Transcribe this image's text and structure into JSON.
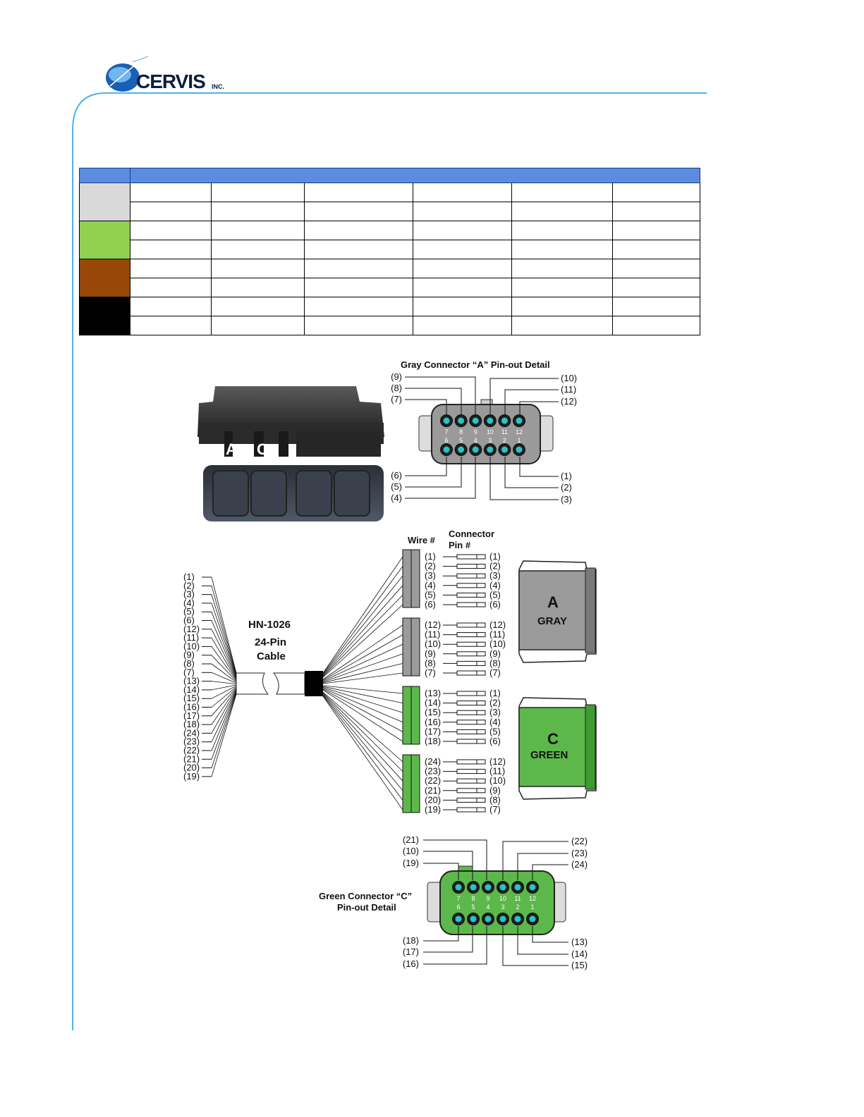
{
  "brand": {
    "name": "CERVIS",
    "suffix": "INC."
  },
  "colors": {
    "accent_line": "#4fb3e8",
    "table_header": "#5a8de0",
    "gray": "#d9d9d9",
    "green": "#92d050",
    "brown": "#974706",
    "black": "#000000"
  },
  "table": {
    "color_swatches": [
      "gray",
      "green",
      "brown",
      "black"
    ]
  },
  "photo": {
    "label_a": "A",
    "label_c": "C"
  },
  "gray_detail": {
    "title": "Gray Connector “A” Pin-out Detail",
    "top_left_callouts": [
      "(9)",
      "(8)",
      "(7)"
    ],
    "top_right_callouts": [
      "(10)",
      "(11)",
      "(12)"
    ],
    "bottom_left_callouts": [
      "(6)",
      "(5)",
      "(4)"
    ],
    "bottom_right_callouts": [
      "(1)",
      "(2)",
      "(3)"
    ],
    "top_row_numbers": [
      "7",
      "8",
      "9",
      "10",
      "11",
      "12"
    ],
    "bottom_row_numbers": [
      "6",
      "5",
      "4",
      "3",
      "2",
      "1"
    ]
  },
  "cable": {
    "name": "HN-1026",
    "line2": "24-Pin",
    "line3": "Cable",
    "left_wires": [
      "(1)",
      "(2)",
      "(3)",
      "(4)",
      "(5)",
      "(6)",
      "(12)",
      "(11)",
      "(10)",
      "(9)",
      "(8)",
      "(7)",
      "(13)",
      "(14)",
      "(15)",
      "(16)",
      "(17)",
      "(18)",
      "(24)",
      "(23)",
      "(22)",
      "(21)",
      "(20)",
      "(19)"
    ],
    "wire_header": "Wire #",
    "pin_header_1": "Connector",
    "pin_header_2": "Pin #",
    "groups": [
      {
        "color": "gray",
        "wires": [
          "(1)",
          "(2)",
          "(3)",
          "(4)",
          "(5)",
          "(6)"
        ],
        "pins": [
          "(1)",
          "(2)",
          "(3)",
          "(4)",
          "(5)",
          "(6)"
        ]
      },
      {
        "color": "gray",
        "wires": [
          "(12)",
          "(11)",
          "(10)",
          "(9)",
          "(8)",
          "(7)"
        ],
        "pins": [
          "(12)",
          "(11)",
          "(10)",
          "(9)",
          "(8)",
          "(7)"
        ]
      },
      {
        "color": "green",
        "wires": [
          "(13)",
          "(14)",
          "(15)",
          "(16)",
          "(17)",
          "(18)"
        ],
        "pins": [
          "(1)",
          "(2)",
          "(3)",
          "(4)",
          "(5)",
          "(6)"
        ]
      },
      {
        "color": "green",
        "wires": [
          "(24)",
          "(23)",
          "(22)",
          "(21)",
          "(20)",
          "(19)"
        ],
        "pins": [
          "(12)",
          "(11)",
          "(10)",
          "(9)",
          "(8)",
          "(7)"
        ]
      }
    ],
    "connector_a_letter": "A",
    "connector_a_label": "GRAY",
    "connector_c_letter": "C",
    "connector_c_label": "GREEN"
  },
  "green_detail": {
    "title_1": "Green Connector “C”",
    "title_2": "Pin-out Detail",
    "top_left_callouts": [
      "(21)",
      "(10)",
      "(19)"
    ],
    "top_right_callouts": [
      "(22)",
      "(23)",
      "(24)"
    ],
    "bottom_left_callouts": [
      "(18)",
      "(17)",
      "(16)"
    ],
    "bottom_right_callouts": [
      "(13)",
      "(14)",
      "(15)"
    ],
    "top_row_numbers": [
      "7",
      "8",
      "9",
      "10",
      "11",
      "12"
    ],
    "bottom_row_numbers": [
      "6",
      "5",
      "4",
      "3",
      "2",
      "1"
    ]
  }
}
